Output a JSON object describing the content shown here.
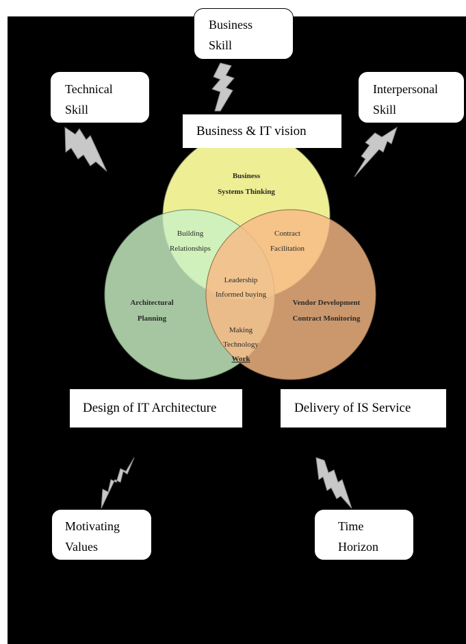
{
  "skills": {
    "business": [
      "Business",
      "Skill"
    ],
    "technical": [
      "Technical",
      "Skill"
    ],
    "interpersonal": [
      "Interpersonal",
      "Skill"
    ],
    "motivating": [
      "Motivating",
      "Values"
    ],
    "time": [
      "Time",
      "Horizon"
    ]
  },
  "boxes": {
    "vision": "Business & IT vision",
    "architecture": "Design of IT Architecture",
    "delivery": "Delivery of IS Service"
  },
  "venn": {
    "top": [
      "Business",
      "Systems Thinking"
    ],
    "left": [
      "Architectural",
      "Planning"
    ],
    "right": [
      "Vendor Development",
      "Contract Monitoring"
    ],
    "top_left": [
      "Building",
      "Relationships"
    ],
    "top_right": [
      "Contract",
      "Facilitation"
    ],
    "center": [
      "Leadership",
      "Informed buying"
    ],
    "bottom": [
      "Making",
      "Technology",
      "Work"
    ]
  },
  "colors": {
    "top_circle": "#fbfb9c",
    "left_circle": "#c9f2c3",
    "right_circle": "#f8b985",
    "arrow": "#c8c8c8",
    "background": "#000000"
  }
}
